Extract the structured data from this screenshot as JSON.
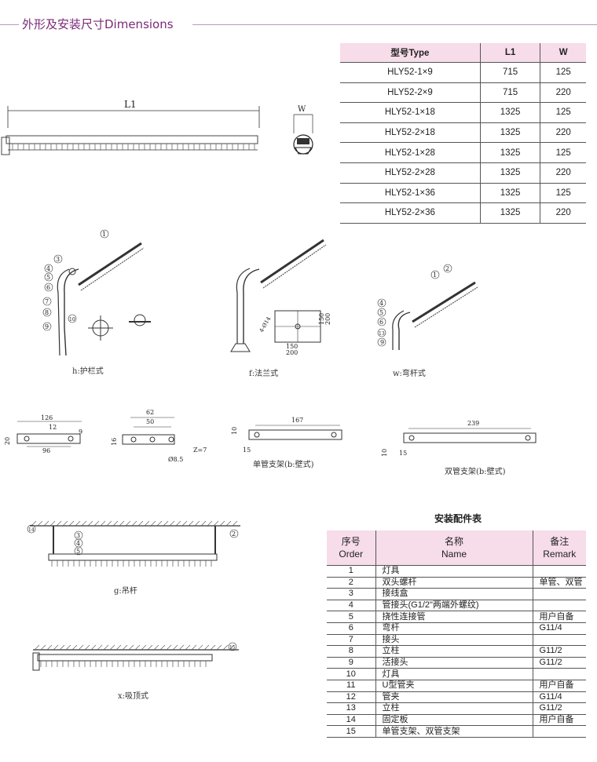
{
  "header": {
    "title": "外形及安装尺寸Dimensions"
  },
  "spec_table": {
    "columns": [
      "型号Type",
      "L1",
      "W"
    ],
    "rows": [
      [
        "HLY52-1×9",
        "715",
        "125"
      ],
      [
        "HLY52-2×9",
        "715",
        "220"
      ],
      [
        "HLY52-1×18",
        "1325",
        "125"
      ],
      [
        "HLY52-2×18",
        "1325",
        "220"
      ],
      [
        "HLY52-1×28",
        "1325",
        "125"
      ],
      [
        "HLY52-2×28",
        "1325",
        "220"
      ],
      [
        "HLY52-1×36",
        "1325",
        "125"
      ],
      [
        "HLY52-2×36",
        "1325",
        "220"
      ]
    ]
  },
  "dimension_labels": {
    "l1": "L1",
    "w": "W"
  },
  "captions": {
    "guardrail": "h:护栏式",
    "flange": "f:法兰式",
    "bent": "w:弯杆式",
    "single_bracket": "单管支架(b:壁式)",
    "double_bracket": "双管支架(b:壁式)",
    "pendant": "g:吊杆",
    "ceiling": "x:吸顶式"
  },
  "bracket_dims": {
    "b1_top": "126",
    "b1_mid": "12",
    "b1_side": "9",
    "b1_height": "20",
    "b1_bottom": "96",
    "b2_top": "62",
    "b2_mid": "50",
    "b2_side": "16",
    "b2_angle": "Z=7",
    "b2_hole": "Ø8.5",
    "single_len": "167",
    "single_h": "10",
    "single_off": "15",
    "double_len": "239",
    "double_h": "10",
    "double_off": "15"
  },
  "flange_dims": {
    "d1": "150",
    "d2": "200",
    "d3": "150",
    "d4": "200",
    "holes": "4-Ø14"
  },
  "parts_table": {
    "title": "安装配件表",
    "columns": [
      {
        "cn": "序号",
        "en": "Order"
      },
      {
        "cn": "名称",
        "en": "Name"
      },
      {
        "cn": "备注",
        "en": "Remark"
      }
    ],
    "rows": [
      [
        "1",
        "灯具",
        ""
      ],
      [
        "2",
        "双头螺杆",
        "单管、双管"
      ],
      [
        "3",
        "接线盒",
        ""
      ],
      [
        "4",
        "管接头(G1/2\"两端外螺纹)",
        ""
      ],
      [
        "5",
        "挠性连接管",
        "用户自备"
      ],
      [
        "6",
        "弯杆",
        "G11/4"
      ],
      [
        "7",
        "接头",
        ""
      ],
      [
        "8",
        "立柱",
        "G11/2"
      ],
      [
        "9",
        "活接头",
        "G11/2"
      ],
      [
        "10",
        "灯具",
        ""
      ],
      [
        "11",
        "U型管夹",
        "用户自备"
      ],
      [
        "12",
        "管夹",
        "G11/4"
      ],
      [
        "13",
        "立柱",
        "G11/2"
      ],
      [
        "14",
        "固定板",
        "用户自备"
      ],
      [
        "15",
        "单管支架、双管支架",
        ""
      ]
    ]
  }
}
